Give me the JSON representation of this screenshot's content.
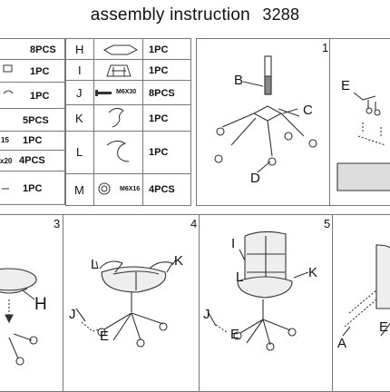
{
  "header": {
    "title": "assembly instruction",
    "model": "3288"
  },
  "parts_left": {
    "rows": [
      {
        "qty": "8PCS"
      },
      {
        "qty": "1PC"
      },
      {
        "qty": "1PC"
      },
      {
        "qty": "5PCS"
      },
      {
        "code_fragment": "15",
        "qty": "1PC"
      },
      {
        "code_fragment": "x20",
        "qty": "4PCS"
      },
      {
        "qty": "1PC"
      }
    ]
  },
  "parts_right": {
    "rows": [
      {
        "letter": "H",
        "qty": "1PC"
      },
      {
        "letter": "I",
        "qty": "1PC"
      },
      {
        "letter": "J",
        "size": "M6X30",
        "qty": "8PCS"
      },
      {
        "letter": "K",
        "qty": "1PC"
      },
      {
        "letter": "L",
        "qty": "1PC"
      },
      {
        "letter": "M",
        "size": "M6X16",
        "qty": "4PCS"
      }
    ]
  },
  "steps": {
    "step1": {
      "number": "1",
      "labels": {
        "b": "B",
        "c": "C",
        "d": "D"
      }
    },
    "step2": {
      "labels": {
        "e": "E"
      }
    },
    "step3": {
      "number": "3",
      "labels": {
        "h": "H"
      }
    },
    "step4": {
      "number": "4",
      "labels": {
        "l": "L",
        "k": "K",
        "j": "J",
        "e": "E"
      }
    },
    "step5": {
      "number": "5",
      "labels": {
        "i": "I",
        "l": "L",
        "k": "K",
        "j": "J",
        "e": "E"
      }
    },
    "step6": {
      "labels": {
        "a": "A",
        "e": "E"
      }
    }
  }
}
